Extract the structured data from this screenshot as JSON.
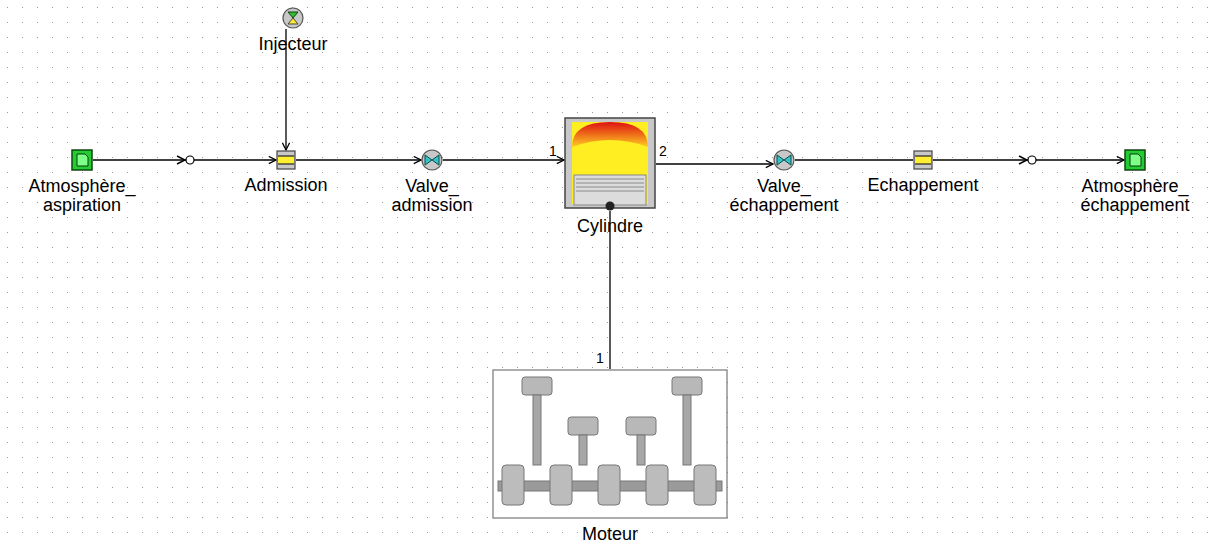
{
  "diagram": {
    "nodes": [
      {
        "text": [
          "Injecteur"
        ]
      },
      {
        "text": [
          "Atmosphère_ aspiration"
        ]
      },
      {
        "text": [
          "Admission"
        ]
      },
      {
        "text": [
          "Valve_ admission"
        ]
      },
      {
        "text": [
          "Cylindre"
        ]
      },
      {
        "text": [
          "Valve_ échappement"
        ]
      },
      {
        "text": [
          "Echappement"
        ]
      },
      {
        "text": [
          "Atmosphère_ échappement"
        ]
      },
      {
        "text": [
          "Moteur"
        ]
      }
    ],
    "edges": [
      {
        "from": 0,
        "to": 2,
        "arrow": "to"
      },
      {
        "from": 1,
        "to": 2,
        "arrow": "to"
      },
      {
        "from": 2,
        "to": 3,
        "arrow": "to"
      },
      {
        "from": 3,
        "to": 4,
        "arrow": "to"
      },
      {
        "from": 4,
        "to": 5,
        "arrow": "to"
      },
      {
        "from": 5,
        "to": 6,
        "arrow": "none"
      },
      {
        "from": 6,
        "to": 7,
        "arrow": "to"
      },
      {
        "from": 4,
        "to": 8,
        "arrow": "none"
      }
    ],
    "labels": [
      "1",
      "2",
      "1"
    ]
  }
}
